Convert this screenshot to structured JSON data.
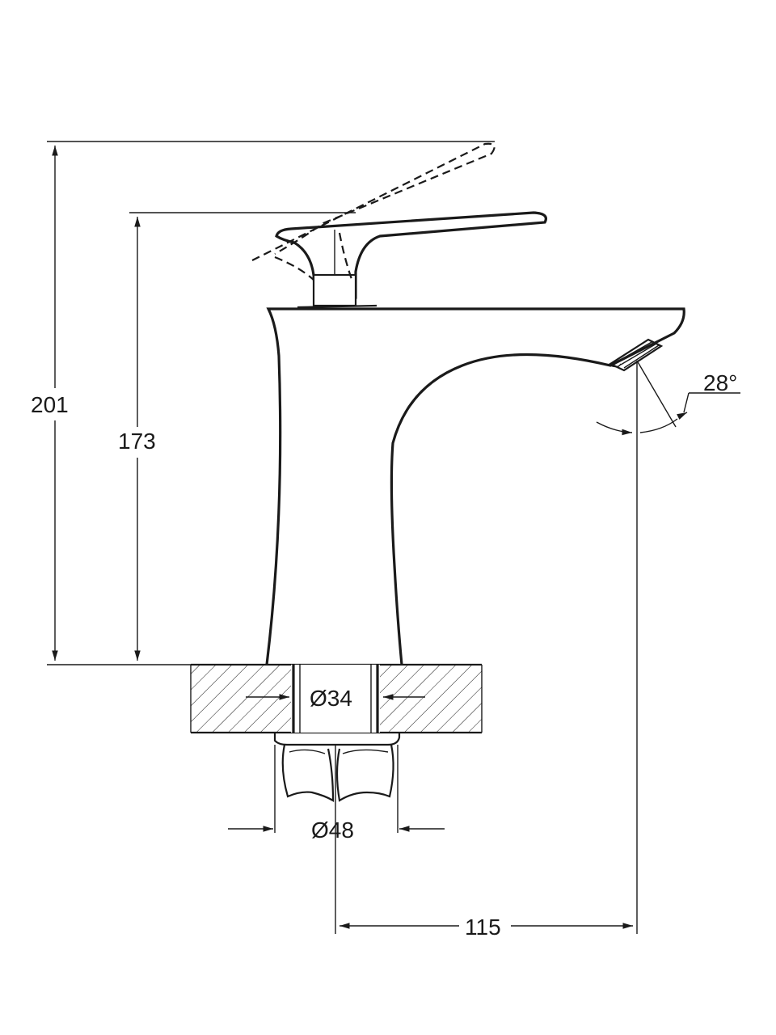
{
  "dimensions": {
    "overall_height": "201",
    "body_height": "173",
    "spout_reach": "115",
    "hole_diameter": "Ø34",
    "nut_diameter": "Ø48",
    "spout_angle": "28°"
  },
  "colors": {
    "ink": "#1a1a1a",
    "background": "#ffffff"
  }
}
